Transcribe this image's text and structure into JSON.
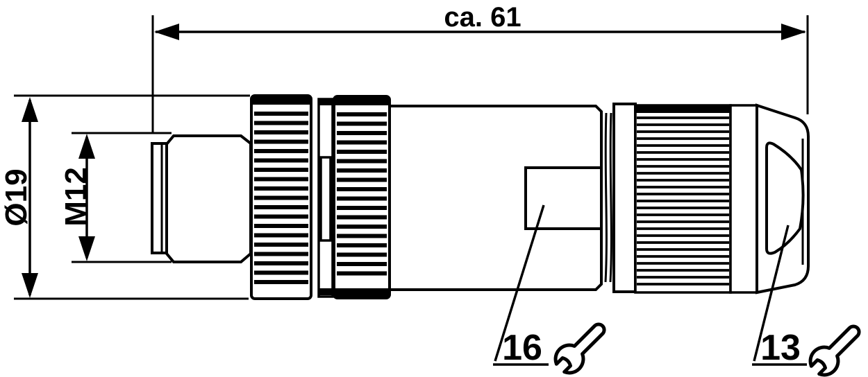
{
  "drawing": {
    "type": "technical-dimension-drawing",
    "subject": "M12 circular connector, side view",
    "line_color": "#000000",
    "background_color": "#ffffff",
    "dimensions": {
      "length": {
        "label": "ca. 61",
        "orientation": "horizontal"
      },
      "outer_diameter": {
        "label": "Ø19",
        "orientation": "vertical"
      },
      "thread": {
        "label": "M12",
        "orientation": "vertical"
      }
    },
    "callouts": {
      "body_wrench": {
        "label": "16",
        "icon": "open-end-wrench-icon"
      },
      "gland_wrench": {
        "label": "13",
        "icon": "open-end-wrench-icon"
      }
    }
  }
}
